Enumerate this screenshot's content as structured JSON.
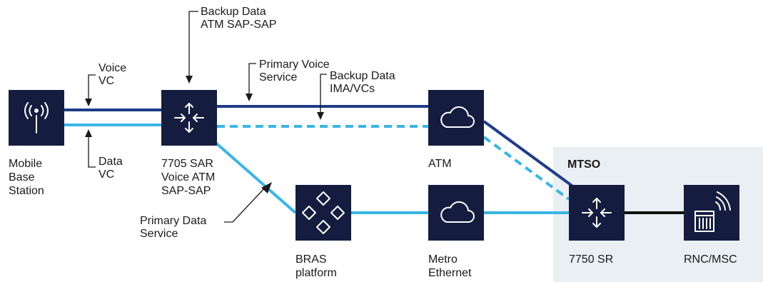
{
  "colors": {
    "dark_blue": "#1f3c88",
    "light_blue": "#39b6e6",
    "black": "#111111",
    "node": "#141d3f",
    "mtso_bg": "#e9eff2"
  },
  "nodes": {
    "mobile_base": {
      "icon": "antenna-icon",
      "label": [
        "Mobile",
        "Base",
        "Station"
      ]
    },
    "sar": {
      "icon": "router-arrows-icon",
      "label": [
        "7705 SAR",
        "Voice ATM",
        "SAP-SAP"
      ]
    },
    "atm": {
      "icon": "cloud-icon",
      "label": [
        "ATM"
      ]
    },
    "bras": {
      "icon": "diamond-cluster-icon",
      "label": [
        "BRAS",
        "platform"
      ]
    },
    "metro": {
      "icon": "cloud-icon",
      "label": [
        "Metro",
        "Ethernet"
      ]
    },
    "sr": {
      "icon": "router-arrows-icon",
      "label": [
        "7750 SR"
      ]
    },
    "rnc": {
      "icon": "server-signal-icon",
      "label": [
        "RNC/MSC"
      ]
    }
  },
  "region": {
    "title": "MTSO"
  },
  "callouts": {
    "voice_vc": [
      "Voice",
      "VC"
    ],
    "data_vc": [
      "Data",
      "VC"
    ],
    "backup_atm": [
      "Backup Data",
      "ATM SAP-SAP"
    ],
    "primary_voice": [
      "Primary Voice",
      "Service"
    ],
    "backup_ima": [
      "Backup Data",
      "IMA/VCs"
    ],
    "primary_data": [
      "Primary Data",
      "Service"
    ]
  }
}
